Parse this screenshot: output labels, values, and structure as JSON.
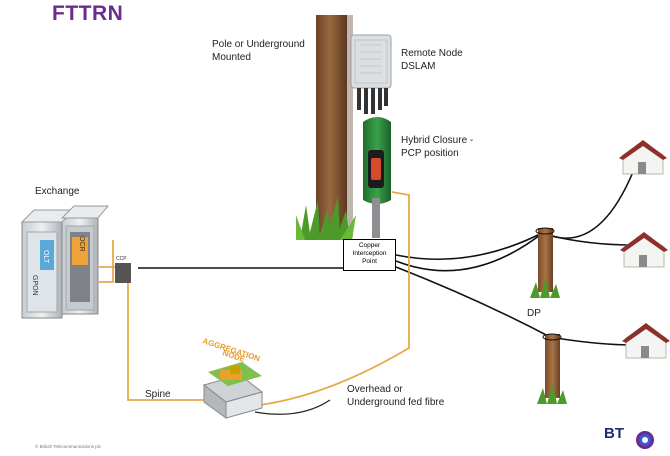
{
  "title": "FTTRN",
  "labels": {
    "pole_mounted": [
      "Pole or Underground",
      "Mounted"
    ],
    "remote_node": [
      "Remote Node",
      "DSLAM"
    ],
    "hybrid_closure": [
      "Hybrid Closure -",
      "PCP position"
    ],
    "exchange": "Exchange",
    "copper_interception": [
      "Copper",
      "Interception",
      "Point"
    ],
    "aggregation_node": [
      "AGGREGATION",
      "NODE"
    ],
    "spine": "Spine",
    "overhead_fibre": [
      "Overhead or",
      "Underground fed fibre"
    ],
    "dp": "DP",
    "ccp": "CCP",
    "gpon": "GPON",
    "olt": "OLT",
    "ocr": "OCR"
  },
  "copyright": "© British Telecommunications plc",
  "brand": "BT",
  "colors": {
    "title": "#6a2c91",
    "fibre": "#e8a948",
    "copper": "#111111",
    "pole": "#8b5a33",
    "closure": "#2e8a3c",
    "brand": "#1b2e7c"
  }
}
